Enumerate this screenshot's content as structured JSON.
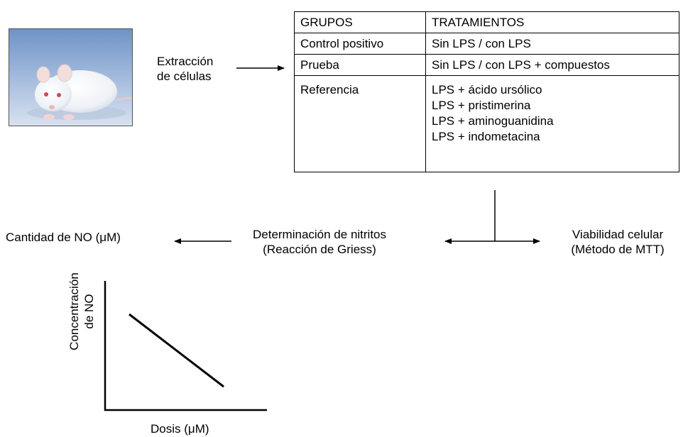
{
  "extraction_label": [
    "Extracción",
    "de células"
  ],
  "table": {
    "headers": [
      "GRUPOS",
      "TRATAMIENTOS"
    ],
    "rows": [
      {
        "group": "Control positivo",
        "treatment": "Sin LPS / con LPS"
      },
      {
        "group": "Prueba",
        "treatment": "Sin LPS / con LPS + compuestos"
      }
    ],
    "reference": {
      "group": "Referencia",
      "treatments": [
        "LPS + ácido ursólico",
        "LPS + pristimerina",
        "LPS + aminoguanidina",
        "LPS + indometacina"
      ]
    }
  },
  "nitrite": {
    "line1": "Determinación de nitritos",
    "line2": "(Reacción de Griess)"
  },
  "viability": {
    "line1": "Viabilidad celular",
    "line2": "(Método de MTT)"
  },
  "no_amount": "Cantidad de NO (μM)",
  "graph": {
    "ylabel_line1": "Concentración",
    "ylabel_line2": "de NO",
    "xlabel": "Dosis (μM)"
  }
}
